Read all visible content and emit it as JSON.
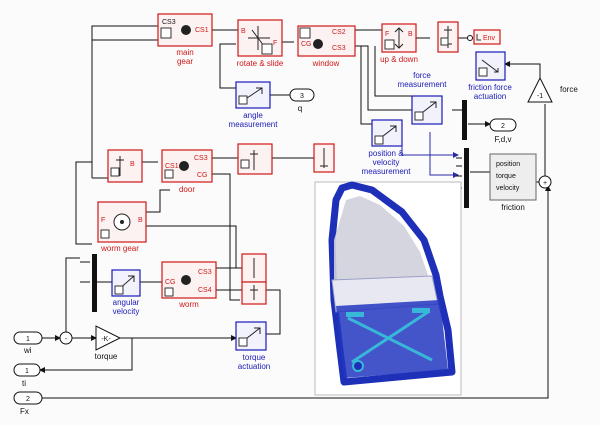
{
  "colors": {
    "physical_block_border": "#d01818",
    "sensor_block_border": "#1a1ab8",
    "wire": "#111111",
    "door_frame": "#1e2fb8",
    "window_glass": "#c8c8d4"
  },
  "blocks": {
    "main_gear": {
      "label1": "main",
      "label2": "gear",
      "ports": [
        "CS3",
        "CS1"
      ]
    },
    "rotate_slide": {
      "label": "rotate & slide",
      "ports": [
        "B",
        "F"
      ]
    },
    "window": {
      "label": "window",
      "ports": [
        "CS2",
        "CS3",
        "CG"
      ]
    },
    "up_down": {
      "label": "up & down",
      "ports": [
        "F",
        "B"
      ]
    },
    "env": {
      "port": "Env"
    },
    "friction_force": {
      "label1": "friction force",
      "label2": "actuation"
    },
    "force_gain": {
      "value": "-1",
      "label": "force"
    },
    "angle_meas": {
      "label1": "angle",
      "label2": "measurement"
    },
    "out_q": {
      "number": "3",
      "label": "q"
    },
    "force_meas": {
      "label1": "force",
      "label2": "measurement"
    },
    "pos_vel_meas": {
      "label1": "position &",
      "label2": "velocity",
      "label3": "measurement"
    },
    "out_fdv": {
      "number": "2",
      "label": "F,d,v"
    },
    "friction": {
      "label": "friction",
      "ports": [
        "position",
        "torque",
        "velocity"
      ]
    },
    "door": {
      "label": "door",
      "ports": [
        "CS1",
        "CS3",
        "CG"
      ]
    },
    "door_rev": {
      "ports": [
        "B"
      ]
    },
    "worm_gear": {
      "label": "worm gear",
      "ports": [
        "F",
        "B"
      ]
    },
    "angular_vel": {
      "label1": "angular",
      "label2": "velocity"
    },
    "worm": {
      "label": "worm",
      "ports": [
        "CG",
        "CS3",
        "CS4"
      ]
    },
    "torque_act": {
      "label1": "torque",
      "label2": "actuation"
    },
    "gain_k": {
      "value": "-K-",
      "label": "torque"
    },
    "in_wi": {
      "number": "1",
      "label": "wi"
    },
    "out_ti": {
      "number": "1",
      "label": "ti"
    },
    "in_fx": {
      "number": "2",
      "label": "Fx"
    },
    "sum_top": {
      "sign": "+"
    },
    "sum_bottom": {
      "sign": "-"
    }
  }
}
